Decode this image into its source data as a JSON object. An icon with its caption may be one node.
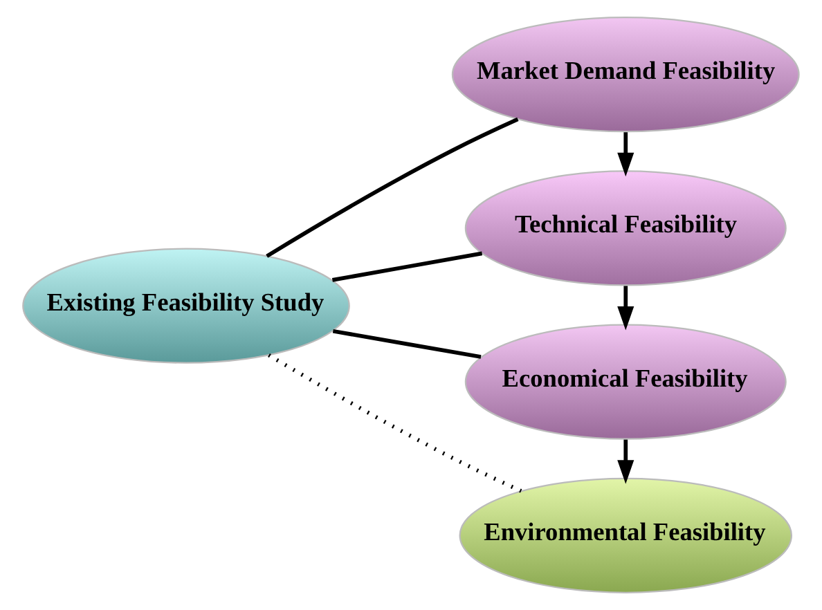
{
  "diagram": {
    "nodes": [
      {
        "text": [
          "Existing Feasibility Study"
        ]
      },
      {
        "text": [
          "Market Demand Feasibility"
        ]
      },
      {
        "text": [
          "Technical Feasibility"
        ]
      },
      {
        "text": [
          "Economical Feasibility"
        ]
      },
      {
        "text": [
          "Environmental Feasibility"
        ]
      }
    ],
    "edges": [
      {
        "from": 0,
        "to": 1,
        "arrow": "none"
      },
      {
        "from": 0,
        "to": 2,
        "arrow": "none"
      },
      {
        "from": 0,
        "to": 3,
        "arrow": "none"
      },
      {
        "from": 0,
        "to": 4,
        "arrow": "none",
        "style": "dashed"
      },
      {
        "from": 1,
        "to": 2,
        "arrow": "to"
      },
      {
        "from": 2,
        "to": 3,
        "arrow": "to"
      },
      {
        "from": 3,
        "to": 4,
        "arrow": "to"
      }
    ]
  }
}
